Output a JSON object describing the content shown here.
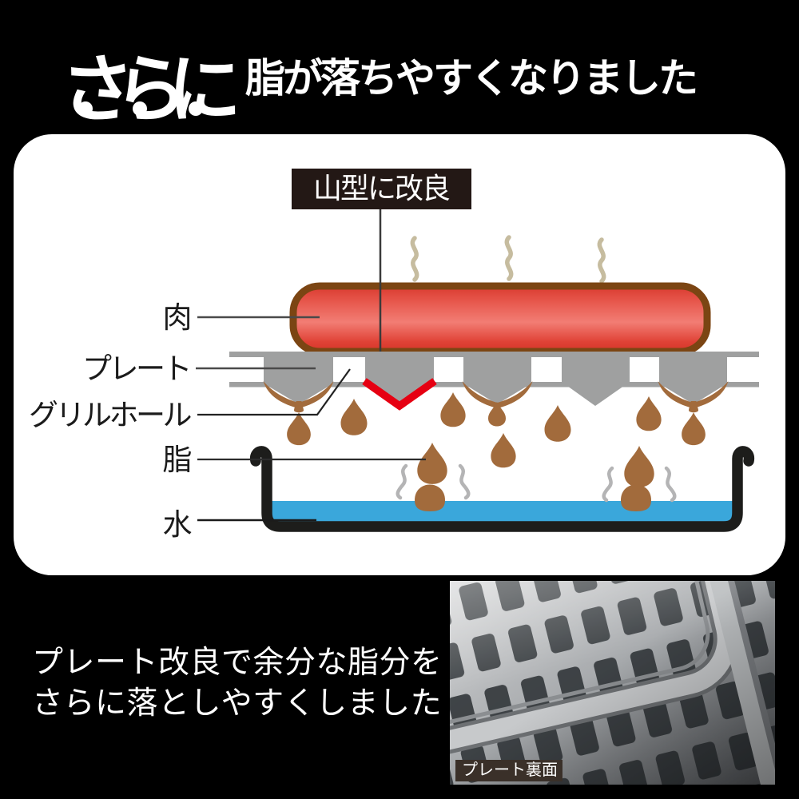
{
  "header": {
    "title": "さらに",
    "subtitle": "脂が落ちやすくなりました",
    "emphasis_dots": 3
  },
  "diagram": {
    "callout": "山型に改良",
    "labels": {
      "meat": "肉",
      "plate": "プレート",
      "grill_hole": "グリルホール",
      "fat": "脂",
      "water": "水"
    },
    "colors": {
      "page_bg": "#000000",
      "panel_bg": "#ffffff",
      "callout_bg": "#231815",
      "meat_fill": "#e8453a",
      "meat_highlight": "#f27d74",
      "meat_border": "#7b4513",
      "plate_gray": "#9fa0a0",
      "mountain_highlight_red": "#e60012",
      "fat_brown": "#a26b3c",
      "water_blue": "#3aa7db",
      "tray_black": "#1d1d1b",
      "steam_over_meat": "#c6bc9f",
      "steam_over_water": "#b4b4b5"
    }
  },
  "footer": {
    "line1": "プレート改良で余分な脂分を",
    "line2": "さらに落としやすくしました"
  },
  "photo": {
    "caption": "プレート裏面"
  }
}
